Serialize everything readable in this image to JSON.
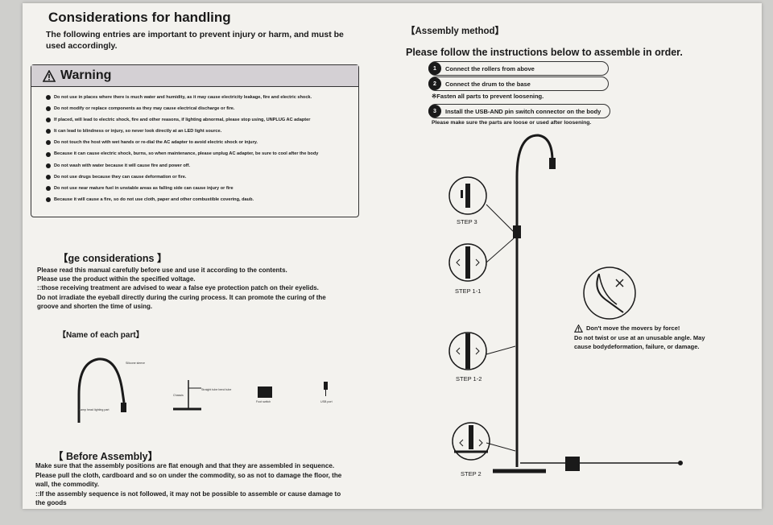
{
  "left": {
    "heading": "Considerations for handling",
    "intro": "The following entries are important to prevent injury or harm, and must be used accordingly.",
    "warning": {
      "title": "Warning",
      "items": [
        "Do not use in places where there is much water and humidity, as it may cause electricity leakage, fire and electric shock.",
        "Do not modify or replace components as they may cause electrical discharge or fire.",
        "If placed, will lead to electric shock, fire and other reasons, if lighting abnormal, please stop using, UNPLUG AC adapter",
        "It can lead to blindness or injury, so never look directly at an LED light source.",
        "Do not touch the host with wet hands or re-dial the AC adapter to avoid electric shock or injury.",
        "Because it can cause electric shock, burns, so when maintenance, please unplug AC adapter, be sure to cool after the body",
        "Do not wash with water because it will cause fire and power off.",
        "Do not use drugs because they can cause deformation or fire.",
        "Do not use near mature fuel in unstable areas as falling side can cause injury or fire",
        "Because it will cause a fire, so do not use cloth, paper and other combustible covering, daub."
      ]
    },
    "usage": {
      "title": "【ge considerations 】",
      "lines": [
        "Please read this manual carefully before use and use it according to the contents.",
        "Please use the product within the specified voltage.",
        "::those receiving treatment are advised to wear a false eye protection patch on their eyelids.",
        "Do not irradiate the eyeball directly during the curing process. It can promote the curing of the groove and shorten the time of using."
      ]
    },
    "parts": {
      "title": "【Name of each part】",
      "labels": [
        "Silicone sleeve",
        "Lamp head lighting part",
        "Chassis",
        "Straight tube bend tube",
        "Foot switch",
        "USB port"
      ]
    },
    "before": {
      "title": "【 Before Assembly】",
      "lines": [
        "Make sure that the assembly positions are flat enough and that they are assembled in sequence.",
        "Please pull the cloth, cardboard and so on under the commodity, so as not to damage the floor, the wall, the commodity.",
        "::If the assembly sequence is not followed, it may not be possible to assemble or cause damage to the goods"
      ]
    }
  },
  "right": {
    "title": "【Assembly method】",
    "subtitle": "Please follow the instructions below to assemble in order.",
    "steps": [
      {
        "num": "1",
        "text": "Connect the rollers from above"
      },
      {
        "num": "2",
        "text": "Connect the drum to the base"
      },
      {
        "num": "3",
        "text": "Install the USB-AND pin switch connector on the body"
      }
    ],
    "fasten_note": "※Fasten all parts to prevent loosening.",
    "loose_note": "Please make sure the parts are loose or used after loosening.",
    "step_labels": [
      "STEP 3",
      "STEP 1-1",
      "STEP 1-2",
      "STEP 2"
    ],
    "caution": {
      "title": "Don't move the movers by force!",
      "body": "Do not twist or use at an unusable angle. May cause bodydeformation, failure, or damage."
    }
  },
  "icons": [
    "warning-triangle-icon",
    "bullet-dot-icon",
    "x-mark-icon"
  ]
}
